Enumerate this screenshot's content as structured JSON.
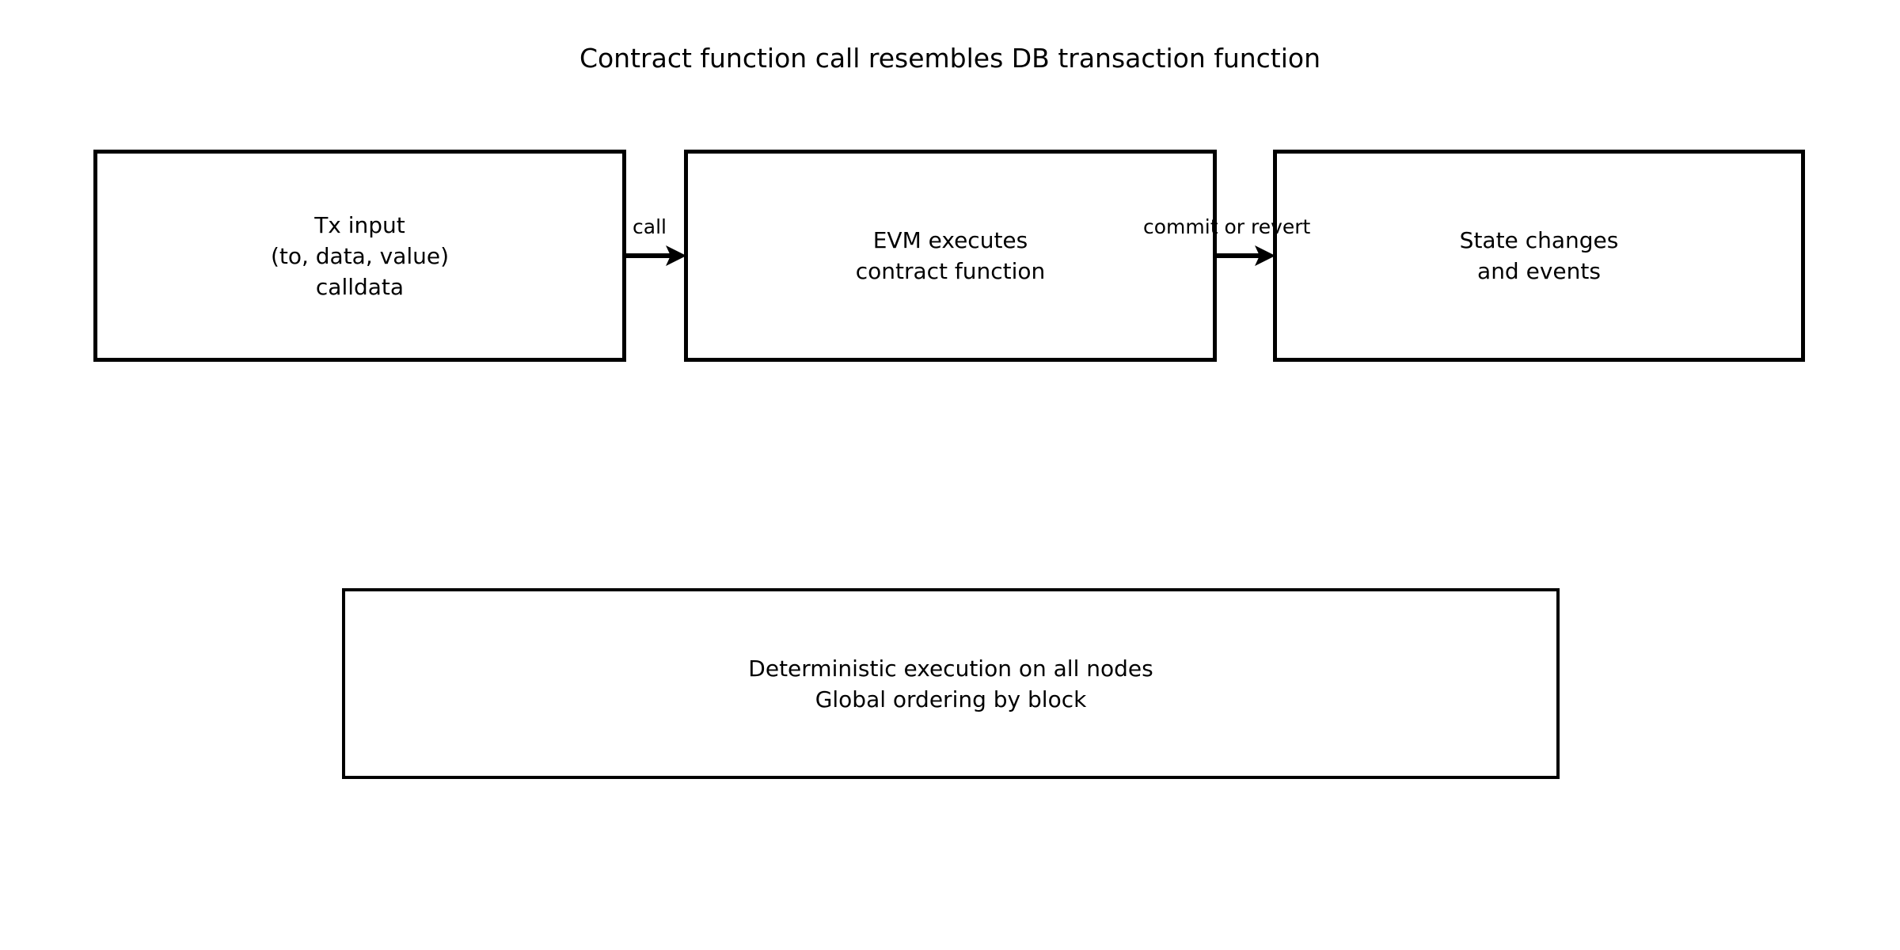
{
  "diagram": {
    "title": "Contract function call resembles DB transaction function",
    "background_color": "#ffffff",
    "stroke_color": "#000000",
    "text_color": "#000000",
    "nodes": [
      {
        "id": "tx-input",
        "label": "Tx input\n(to, data, value)\ncalldata",
        "lines": [
          "Tx input",
          "(to, data, value)",
          "calldata"
        ]
      },
      {
        "id": "evm",
        "label": "EVM executes\ncontract function",
        "lines": [
          "EVM executes",
          "contract function"
        ]
      },
      {
        "id": "state",
        "label": "State changes\nand events",
        "lines": [
          "State changes",
          "and events"
        ]
      },
      {
        "id": "determinism",
        "label": "Deterministic execution on all nodes\nGlobal ordering by block",
        "lines": [
          "Deterministic execution on all nodes",
          "Global ordering by block"
        ]
      }
    ],
    "edges": [
      {
        "id": "call",
        "label": "call",
        "from": "tx-input",
        "to": "evm"
      },
      {
        "id": "commit-or-revert",
        "label": "commit or revert",
        "from": "evm",
        "to": "state"
      }
    ]
  }
}
